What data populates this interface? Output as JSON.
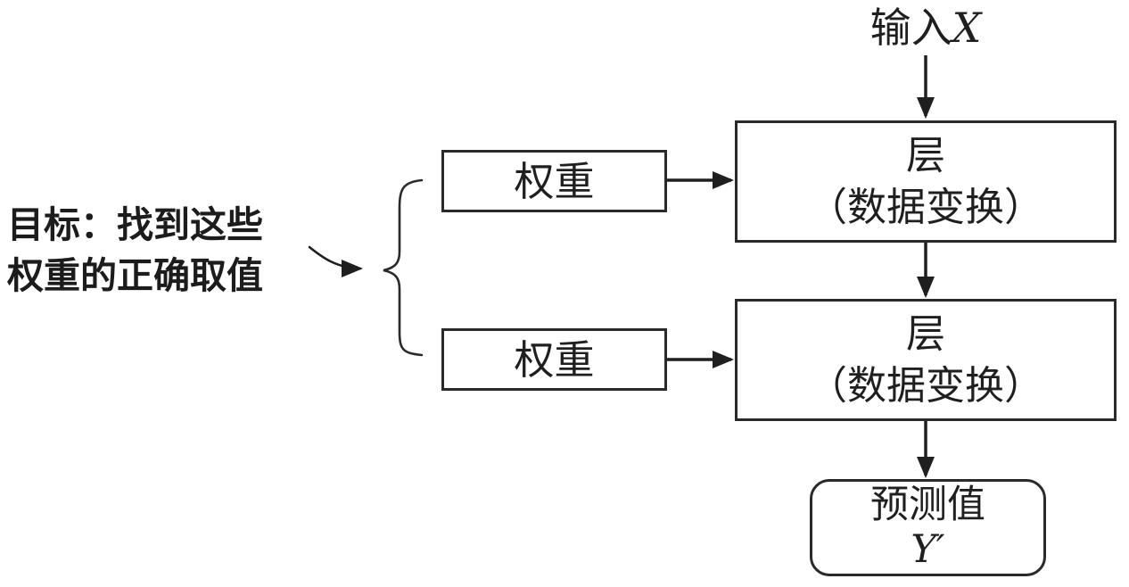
{
  "diagram": {
    "colors": {
      "line": "#1f1f1f",
      "border": "#2a2a2a",
      "background": "#ffffff"
    },
    "input": {
      "text_cn": "输入",
      "var": "X"
    },
    "goal": {
      "line1": "目标：找到这些",
      "line2": "权重的正确取值"
    },
    "weights": [
      {
        "label": "权重"
      },
      {
        "label": "权重"
      }
    ],
    "layers": [
      {
        "title": "层",
        "subtitle": "（数据变换）"
      },
      {
        "title": "层",
        "subtitle": "（数据变换）"
      }
    ],
    "prediction": {
      "label": "预测值",
      "var": "Y′"
    }
  }
}
